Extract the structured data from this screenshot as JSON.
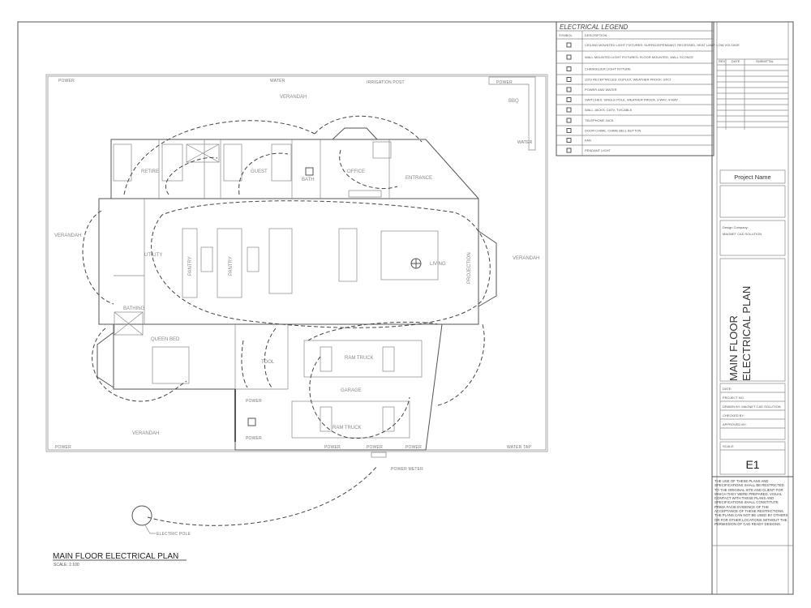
{
  "legend": {
    "title": "ELECTRICAL LEGEND",
    "header_symbol": "SYMBOL",
    "header_description": "DESCRIPTION",
    "rows": [
      {
        "icon": "ceiling-light-icon",
        "description": "CEILING MOUNTED LIGHT FIXTURES: SURFACE/PENDANT, RECESSED, HEAT LAMP, LOW VOLTAGE"
      },
      {
        "icon": "wall-light-icon",
        "description": "WALL MOUNTED LIGHT FIXTURES: FLOOR MOUNTED, WALL SCONCE"
      },
      {
        "icon": "chandelier-icon",
        "description": "CHANDELIER LIGHT FIXTURE"
      },
      {
        "icon": "receptacle-icon",
        "description": "110V RECEPTACLES: DUPLEX, WEATHER PROOF, GFCI"
      },
      {
        "icon": "power-water-icon",
        "description": "POWER AND WATER"
      },
      {
        "icon": "switch-icon",
        "description": "SWITCHES: SINGLE POLE, WEATHER PROOF, 3-WAY, 4-WAY"
      },
      {
        "icon": "wall-jack-icon",
        "description": "WALL JACKS: CATV, TV/CABLE"
      },
      {
        "icon": "telephone-jack-icon",
        "description": "TELEPHONE JACK"
      },
      {
        "icon": "door-chime-icon",
        "description": "DOOR CHIME, CHIME BELL BUTTON"
      },
      {
        "icon": "fan-icon",
        "description": "FAN"
      },
      {
        "icon": "pendant-light-icon",
        "description": "PENDANT LIGHT"
      }
    ]
  },
  "revisions": {
    "headers": [
      "REV.",
      "DATE",
      "SUBMITTAL"
    ]
  },
  "title_block": {
    "project_name": "Project Name",
    "design_company_label": "Design Company:",
    "design_company": "MAGNET CAD SOLUTION",
    "sheet_title_line1": "MAIN FLOOR",
    "sheet_title_line2": "ELECTRICAL PLAN",
    "date": "DATE:",
    "project_no": "PROJECT NO.",
    "drawn_by": "DRAWN BY: MAGNET CAD SOLUTION",
    "checked_by": "CHECKED BY:",
    "approved_by": "APPROVED BY:",
    "scale": "SCALE:",
    "sheet_number": "E1",
    "disclaimer": "The use of these plans and specifications shall be restricted to the original site and client for which they were prepared. Visual contact with these plans and specifications shall constitute prima facie evidence of the acceptance of these restrictions. The plans can not be used by others or for other locations without the permission of CAD Ready Designs."
  },
  "plan": {
    "title": "MAIN FLOOR ELECTRICAL PLAN",
    "scale": "SCALE: 1:100",
    "site_labels": {
      "power_tl": "POWER",
      "water_top": "WATER",
      "irrigation": "IRRIGATION POST",
      "power_tr": "POWER",
      "bbq": "BBQ",
      "water_right": "WATER",
      "power_bl": "POWER",
      "power_b1": "POWER",
      "power_b2": "POWER",
      "power_b3": "POWER",
      "water_tap": "WATER TAP",
      "power_meter": "POWER METER",
      "electric_pole": "ELECTRIC POLE",
      "power_g1": "POWER",
      "power_g2": "POWER"
    },
    "rooms": {
      "verandah_top": "VERANDAH",
      "retire": "RETIRE",
      "guest": "GUEST",
      "bath": "BATH",
      "office": "OFFICE",
      "entrance": "ENTRANCE",
      "verandah_left": "VERANDAH",
      "utility": "UTILITY",
      "pantry1": "PANTRY",
      "pantry2": "PANTRY",
      "living": "LIVING",
      "projection": "PROJECTION",
      "verandah_right": "VERANDAH",
      "bathing": "BATHING",
      "queen_bed": "QUEEN BED",
      "tool": "TOOL",
      "ram_truck1": "RAM TRUCK",
      "garage": "GARAGE",
      "ram_truck2": "RAM TRUCK",
      "verandah_bottom": "VERANDAH"
    }
  }
}
